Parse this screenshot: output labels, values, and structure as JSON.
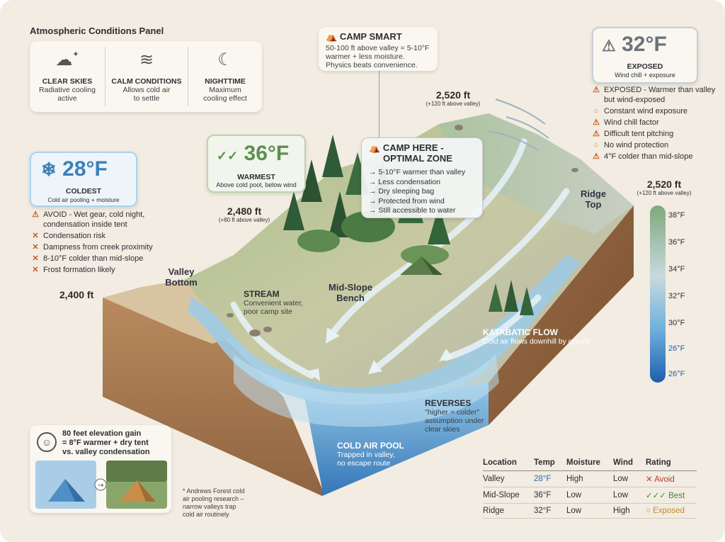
{
  "panel": {
    "title": "Atmospheric Conditions Panel",
    "items": [
      {
        "icon": "cloud-sparkle-icon",
        "title": "CLEAR SKIES",
        "desc1": "Radiative cooling",
        "desc2": "active"
      },
      {
        "icon": "wind-icon",
        "title": "CALM CONDITIONS",
        "desc1": "Allows cold air",
        "desc2": "to settle"
      },
      {
        "icon": "moon-icon",
        "title": "NIGHTTIME",
        "desc1": "Maximum",
        "desc2": "cooling effect"
      }
    ]
  },
  "camp_smart": {
    "icon": "tent-icon",
    "title": "CAMP SMART",
    "line1": "50-100 ft above valley = 5-10°F",
    "line2": "warmer + less moisture.",
    "line3": "Physics beats convenience."
  },
  "exposed": {
    "temp": "32°F",
    "label": "EXPOSED",
    "sub": "Wind chill + exposure",
    "items": [
      {
        "g": "warn",
        "text": "EXPOSED - Warmer than valley but wind-exposed"
      },
      {
        "g": "circ",
        "text": "Constant wind exposure"
      },
      {
        "g": "warn",
        "text": "Wind chill factor"
      },
      {
        "g": "warn",
        "text": "Difficult tent pitching"
      },
      {
        "g": "circ",
        "text": "No wind protection"
      },
      {
        "g": "warn",
        "text": "4°F colder than mid-slope"
      }
    ]
  },
  "coldest": {
    "temp": "28°F",
    "label": "COLDEST",
    "sub": "Cold air pooling + moisture",
    "items": [
      {
        "g": "warn",
        "text": "AVOID - Wet gear, cold night, condensation inside tent"
      },
      {
        "g": "cross",
        "text": "Condensation risk"
      },
      {
        "g": "cross",
        "text": "Dampness from creek proximity"
      },
      {
        "g": "cross",
        "text": "8-10°F colder than mid-slope"
      },
      {
        "g": "cross",
        "text": "Frost formation likely"
      }
    ]
  },
  "warmest": {
    "temp": "36°F",
    "label": "WARMEST",
    "sub": "Above cold pool, below wind"
  },
  "camp_here": {
    "title1": "CAMP HERE -",
    "title2": "OPTIMAL ZONE",
    "items": [
      "5-10°F warmer than valley",
      "Less condensation",
      "Dry sleeping bag",
      "Protected from wind",
      "Still accessible to water"
    ]
  },
  "elevations": {
    "valley": {
      "value": "2,400 ft"
    },
    "midslope": {
      "value": "2,480 ft",
      "sub": "(+80 ft above valley)"
    },
    "ridge_top": {
      "value": "2,520 ft",
      "sub": "(+120 ft above valley)"
    },
    "ridge_right": {
      "value": "2,520 ft",
      "sub": "(+120 ft above valley)"
    }
  },
  "labels": {
    "valley_bottom": "Valley Bottom",
    "mid_slope": "Mid-Slope Bench",
    "ridge_top": "Ridge Top",
    "stream_title": "STREAM",
    "stream_desc1": "Convenient water,",
    "stream_desc2": "poor camp site",
    "katabatic_title": "KATABATIC FLOW",
    "katabatic_desc": "Cold air flows downhill by gravity",
    "reverses_title": "REVERSES",
    "reverses_desc1": "\"higher = colder\"",
    "reverses_desc2": "assumption under",
    "reverses_desc3": "clear skies",
    "coldpool_title": "COLD AIR POOL",
    "coldpool_desc1": "Trapped in valley,",
    "coldpool_desc2": "no escape route"
  },
  "scale": {
    "labels": [
      "38°F",
      "36°F",
      "34°F",
      "32°F",
      "30°F",
      "26°F",
      "26°F"
    ],
    "colors": {
      "top": "#7da97a",
      "mid": "#c9d9df",
      "low": "#6fb0dc",
      "bottom": "#1e5fae"
    }
  },
  "elevation_card": {
    "line1": "80 feet elevation gain",
    "line2": "= 8°F warmer + dry tent",
    "line3": "vs. valley condensation"
  },
  "footnote": {
    "line1": "* Andrews Forest cold",
    "line2": "air pooling research –",
    "line3": "narrow valleys trap",
    "line4": "cold air routinely"
  },
  "table": {
    "headers": [
      "Location",
      "Temp",
      "Moisture",
      "Wind",
      "Rating"
    ],
    "rows": [
      {
        "location": "Valley",
        "temp": "28°F",
        "moisture": "High",
        "wind": "Low",
        "rating_icon": "✕",
        "rating": "Avoid",
        "color": "#c0392b"
      },
      {
        "location": "Mid-Slope",
        "temp": "36°F",
        "moisture": "Low",
        "wind": "Low",
        "rating_icon": "✓✓✓",
        "rating": "Best",
        "color": "#3f8a3a"
      },
      {
        "location": "Ridge",
        "temp": "32°F",
        "moisture": "Low",
        "wind": "High",
        "rating_icon": "○",
        "rating": "Exposed",
        "color": "#c98a2a"
      }
    ]
  }
}
